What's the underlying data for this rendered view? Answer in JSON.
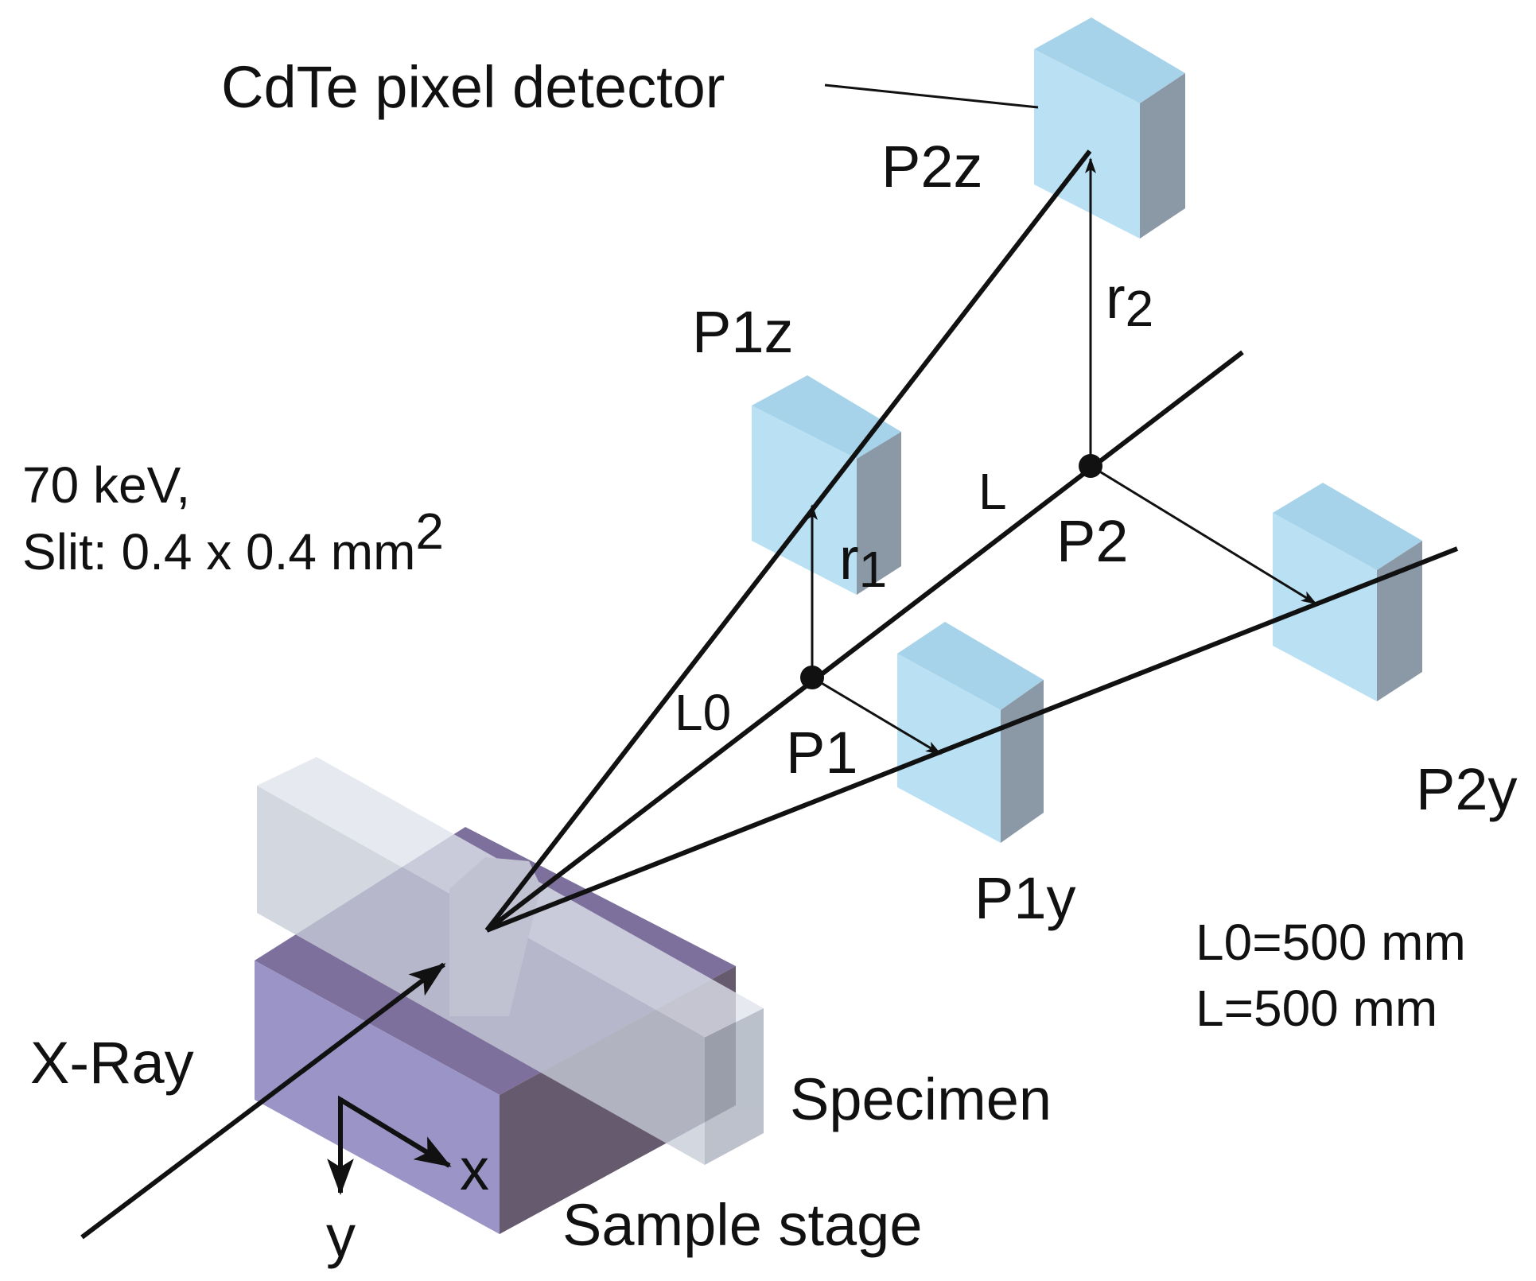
{
  "labels": {
    "detector": "CdTe pixel detector",
    "p2z": "P2z",
    "p1z": "P1z",
    "r1_base": "r",
    "r1_sub": "1",
    "r2_base": "r",
    "r2_sub": "2",
    "l": "L",
    "l0": "L0",
    "p1": "P1",
    "p2": "P2",
    "p1y": "P1y",
    "p2y": "P2y",
    "xray": "X-Ray",
    "specimen": "Specimen",
    "sample_stage": "Sample stage",
    "axis_x": "x",
    "axis_y": "y"
  },
  "conditions": {
    "energy": "70 keV,",
    "slit_text": "Slit: 0.4 x 0.4 mm",
    "slit_sup": "2"
  },
  "distances": {
    "l0": "L0=500 mm",
    "l": "L=500 mm"
  },
  "colors": {
    "detector_front": "#b9e1f3",
    "detector_top": "#a6d3ea",
    "detector_side": "#8b99a6",
    "stage_front": "#9b95c7",
    "stage_top": "#7d709c",
    "stage_side": "#665a6e",
    "specimen": "#c8d0dc"
  }
}
